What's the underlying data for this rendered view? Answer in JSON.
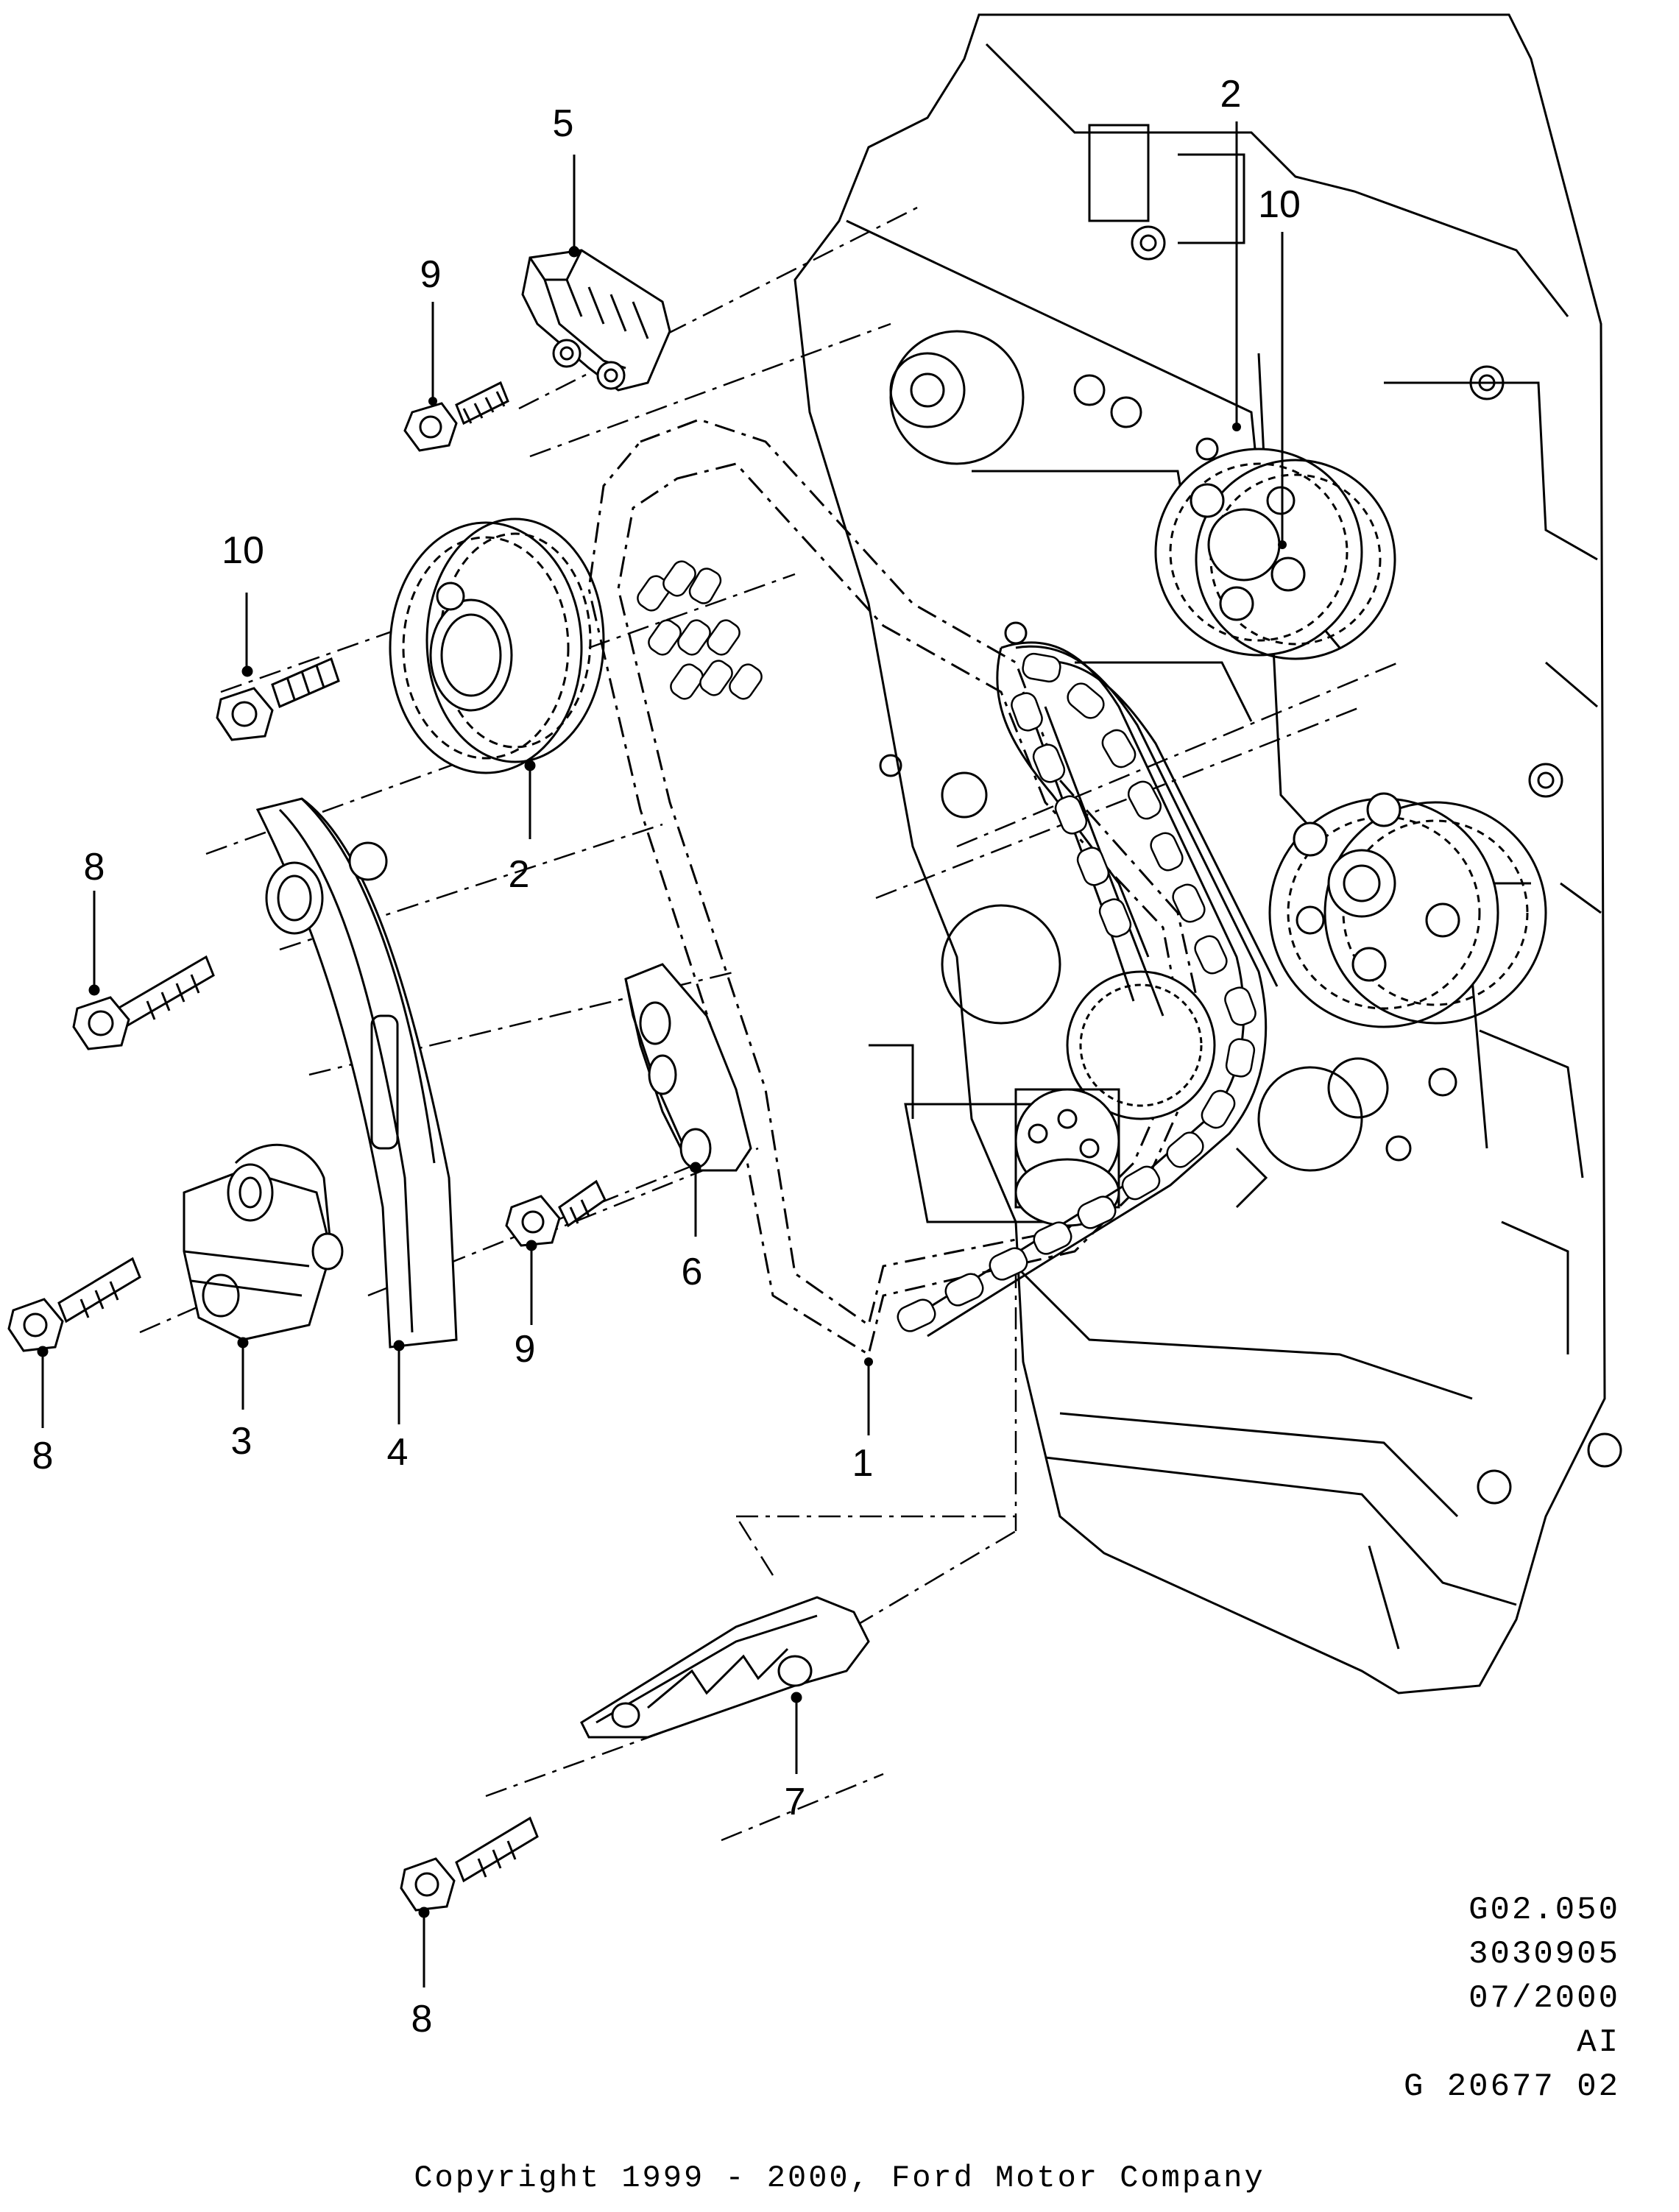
{
  "callouts": [
    {
      "id": "c2-top",
      "label": "2"
    },
    {
      "id": "c10-top",
      "label": "10"
    },
    {
      "id": "c5",
      "label": "5"
    },
    {
      "id": "c9-top",
      "label": "9"
    },
    {
      "id": "c10-left",
      "label": "10"
    },
    {
      "id": "c2-mid",
      "label": "2"
    },
    {
      "id": "c8-mid",
      "label": "8"
    },
    {
      "id": "c8-left",
      "label": "8"
    },
    {
      "id": "c3",
      "label": "3"
    },
    {
      "id": "c4",
      "label": "4"
    },
    {
      "id": "c9-bot",
      "label": "9"
    },
    {
      "id": "c6",
      "label": "6"
    },
    {
      "id": "c1",
      "label": "1"
    },
    {
      "id": "c7",
      "label": "7"
    },
    {
      "id": "c8-bot",
      "label": "8"
    }
  ],
  "info": {
    "code": "G02.050",
    "part": "3030905",
    "date": "07/2000",
    "initials": "AI",
    "ref": "G 20677 02"
  },
  "copyright": "Copyright 1999 - 2000, Ford Motor Company"
}
